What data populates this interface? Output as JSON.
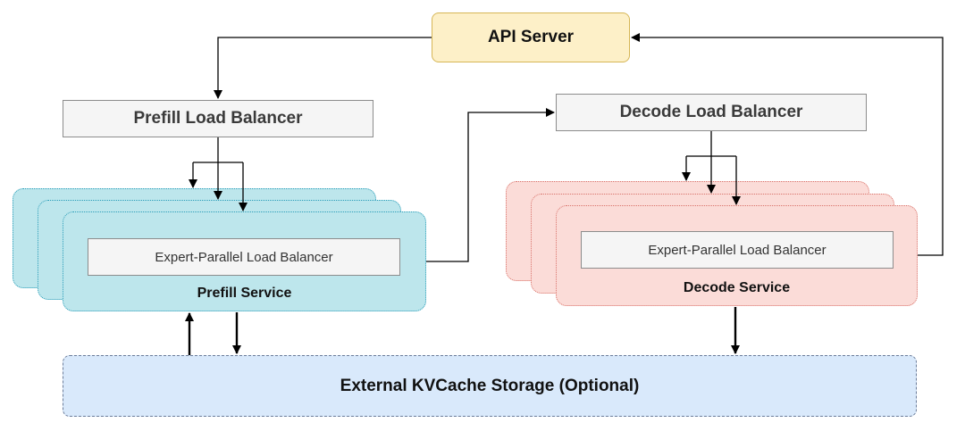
{
  "api_server": {
    "label": "API Server"
  },
  "prefill_load_balancer": {
    "label": "Prefill Load Balancer"
  },
  "decode_load_balancer": {
    "label": "Decode Load Balancer"
  },
  "prefill_service": {
    "label": "Prefill Service",
    "inner_label": "Expert-Parallel Load Balancer"
  },
  "decode_service": {
    "label": "Decode Service",
    "inner_label": "Expert-Parallel Load Balancer"
  },
  "external_storage": {
    "label": "External KVCache Storage (Optional)"
  },
  "colors": {
    "api_server_fill": "#fdf0c8",
    "api_server_border": "#d6b656",
    "load_balancer_fill": "#f5f5f5",
    "prefill_fill": "#bde6ec",
    "prefill_border": "#2a9db8",
    "decode_fill": "#fbdcd8",
    "decode_border": "#d9726a",
    "storage_fill": "#d9e9fb",
    "storage_border": "#6b7c99",
    "arrow": "#000000"
  }
}
